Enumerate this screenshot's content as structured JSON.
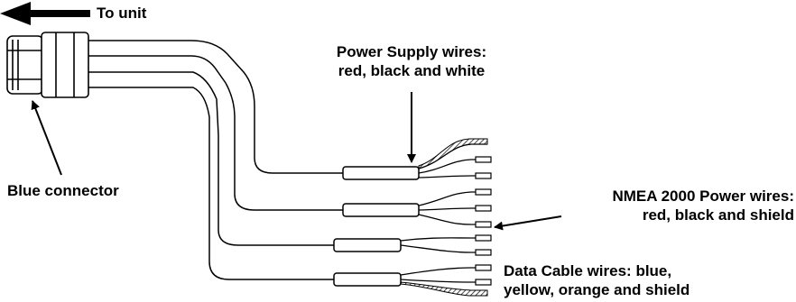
{
  "labels": {
    "to_unit": "To unit",
    "blue_connector": "Blue connector",
    "power_supply": [
      "Power Supply wires:",
      "red, black and white"
    ],
    "nmea_power": [
      "NMEA 2000 Power wires:",
      "red, black and shield"
    ],
    "data_cable": [
      "Data Cable wires: blue,",
      "yellow, orange and shield"
    ]
  }
}
